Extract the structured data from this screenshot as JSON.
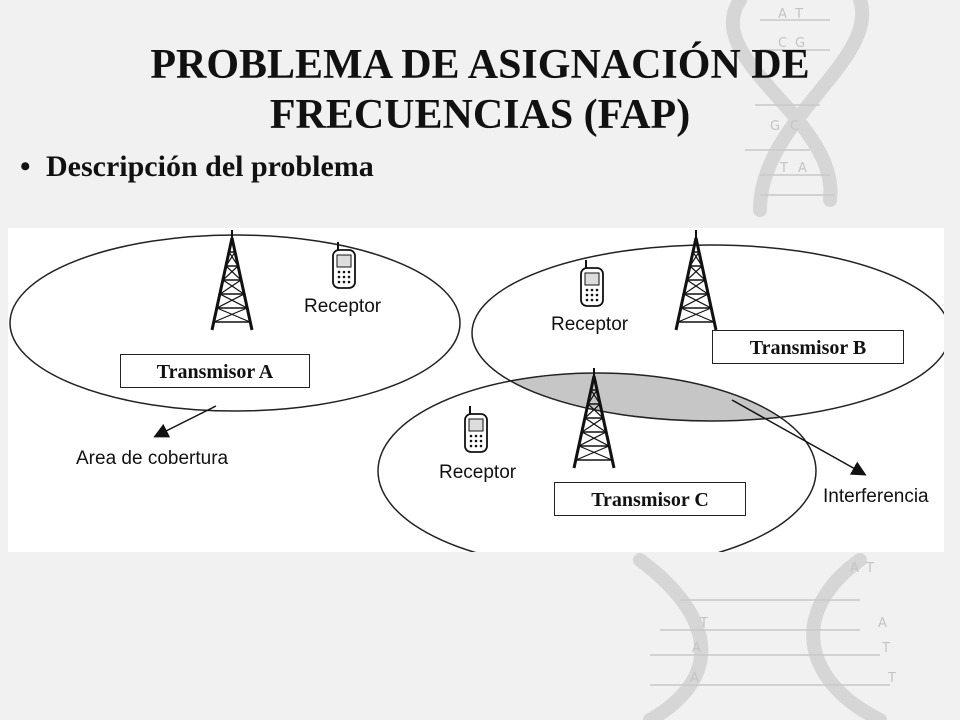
{
  "slide": {
    "title_line1": "PROBLEMA DE ASIGNACIÓN DE",
    "title_line2": "FRECUENCIAS  (FAP)",
    "bullet": "Descripción del problema"
  },
  "diagram": {
    "transmitters": [
      {
        "label": "Transmisor A"
      },
      {
        "label": "Transmisor  B"
      },
      {
        "label": "Transmisor C"
      }
    ],
    "receiver_label": "Receptor",
    "coverage_label": "Area de cobertura",
    "interference_label": "Interferencia"
  },
  "background": {
    "dna_letters": [
      "A",
      "T",
      "C",
      "G",
      "G",
      "C",
      "T",
      "A",
      "A",
      "T",
      "T",
      "A",
      "A",
      "T",
      "A",
      "T"
    ]
  }
}
